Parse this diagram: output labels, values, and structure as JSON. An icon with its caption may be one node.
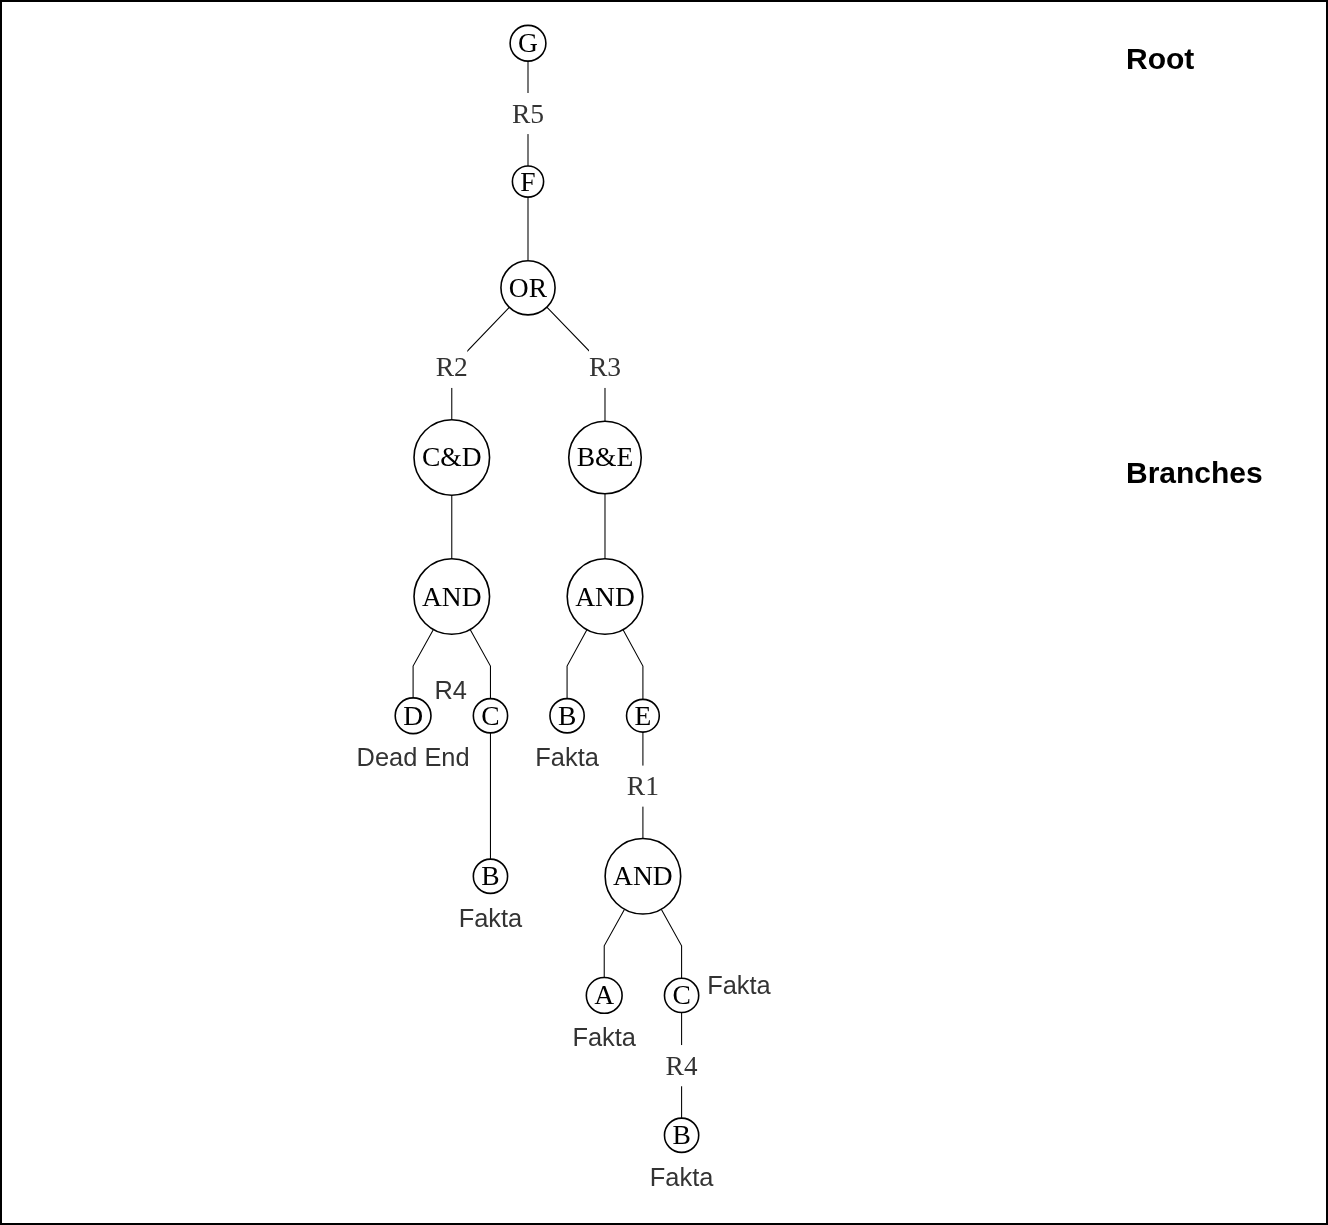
{
  "diagram": {
    "nodes": [
      {
        "text": [
          "G"
        ]
      },
      {
        "text": [
          "F"
        ]
      },
      {
        "text": [
          "OR"
        ]
      },
      {
        "text": [
          "C&D"
        ]
      },
      {
        "text": [
          "B&E"
        ]
      },
      {
        "text": [
          "AND"
        ]
      },
      {
        "text": [
          "AND"
        ]
      },
      {
        "text": [
          "C"
        ],
        "beside": [
          "R4"
        ]
      },
      {
        "text": [
          "E"
        ]
      },
      {
        "text": [
          "AND"
        ]
      },
      {
        "text": [
          "D"
        ],
        "beside": [
          "Dead End"
        ]
      },
      {
        "text": [
          "B"
        ],
        "beside": [
          "Fakta"
        ]
      },
      {
        "text": [
          "B"
        ],
        "beside": [
          "Fakta"
        ]
      },
      {
        "text": [
          "A"
        ],
        "beside": [
          "Fakta"
        ]
      },
      {
        "text": [
          "C"
        ],
        "beside": [
          "Fakta"
        ]
      },
      {
        "text": [
          "B"
        ],
        "beside": [
          "Fakta"
        ]
      }
    ],
    "edges": [
      {
        "from": 0,
        "to": 1,
        "arrow": "none",
        "label": "R5"
      },
      {
        "from": 1,
        "to": 2,
        "arrow": "none"
      },
      {
        "from": 2,
        "to": 3,
        "arrow": "none",
        "label": "R2"
      },
      {
        "from": 2,
        "to": 4,
        "arrow": "none",
        "label": "R3"
      },
      {
        "from": 3,
        "to": 5,
        "arrow": "none"
      },
      {
        "from": 4,
        "to": 6,
        "arrow": "none"
      },
      {
        "from": 5,
        "to": 10,
        "arrow": "none"
      },
      {
        "from": 5,
        "to": 7,
        "arrow": "none"
      },
      {
        "from": 7,
        "to": 11,
        "arrow": "none"
      },
      {
        "from": 6,
        "to": 12,
        "arrow": "none"
      },
      {
        "from": 6,
        "to": 8,
        "arrow": "none"
      },
      {
        "from": 8,
        "to": 9,
        "arrow": "none",
        "label": "R1"
      },
      {
        "from": 9,
        "to": 13,
        "arrow": "none"
      },
      {
        "from": 9,
        "to": 14,
        "arrow": "none"
      },
      {
        "from": 14,
        "to": 15,
        "arrow": "none",
        "label": "R4"
      }
    ],
    "labels": [
      "Root",
      "Branches"
    ]
  }
}
